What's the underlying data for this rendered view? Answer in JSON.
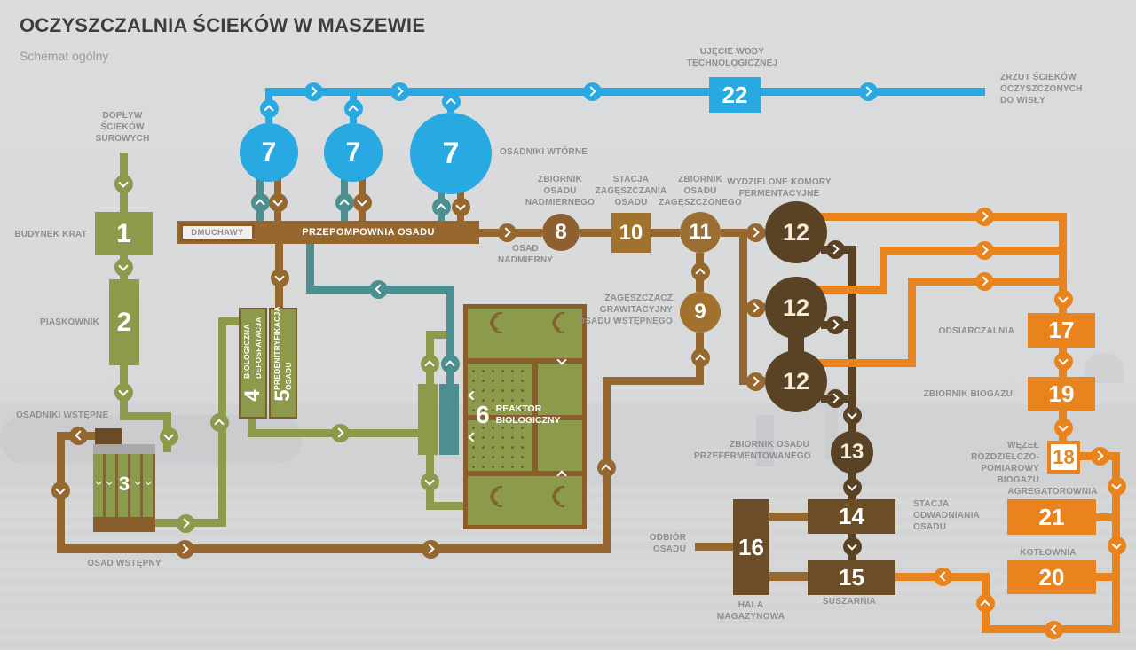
{
  "title": "OCZYSZCZALNIA ŚCIEKÓW W MASZEWIE",
  "subtitle": "Schemat ogólny",
  "colors": {
    "blue": "#29a9e1",
    "olive": "#8c9a4b",
    "teal": "#4d8f90",
    "brown": "#96672f",
    "brown_light": "#a0722e",
    "brown_dark": "#5a4325",
    "brown_deep": "#6b4d28",
    "orange": "#e8831d",
    "label_gray": "#8d8e90"
  },
  "nodes": {
    "n1": "1",
    "n2": "2",
    "n3": "3",
    "n4": "4",
    "n5": "5",
    "n6": "6",
    "n7": "7",
    "n8": "8",
    "n9": "9",
    "n10": "10",
    "n11": "11",
    "n12": "12",
    "n13": "13",
    "n14": "14",
    "n15": "15",
    "n16": "16",
    "n17": "17",
    "n18": "18",
    "n19": "19",
    "n20": "20",
    "n21": "21",
    "n22": "22"
  },
  "labels": {
    "doplyw": "DOPŁYW\nŚCIEKÓW\nSUROWYCH",
    "budynek_krat": "BUDYNEK KRAT",
    "piaskownik": "PIASKOWNIK",
    "osadniki_wstepne": "OSADNIKI WSTĘPNE",
    "osad_wstepny": "OSAD WSTĘPNY",
    "dmuchawy": "DMUCHAWY",
    "przepompownia": "PRZEPOMPOWNIA OSADU",
    "osadniki_wtorne": "OSADNIKI WTÓRNE",
    "ujecie": "UJĘCIE WODY\nTECHNOLOGICZNEJ",
    "zrzut": "ZRZUT ŚCIEKÓW\nOCZYSZCZONYCH\nDO WISŁY",
    "zbiornik_nadmiernego": "ZBIORNIK\nOSADU\nNADMIERNEGO",
    "stacja_zageszczania": "STACJA\nZAGĘSZCZANIA\nOSADU",
    "zbiornik_zageszczonego": "ZBIORNIK\nOSADU\nZAGĘSZCZONEGO",
    "wydzielone_komory": "WYDZIELONE KOMORY\nFERMENTACYJNE",
    "osad_nadmierny": "OSAD\nNADMIERNY",
    "zageszczacz": "ZAGĘSZCZACZ\nGRAWITACYJNY\nOSADU WSTĘPNEGO",
    "biologiczna_defosfatacja": "BIOLOGICZNA\nDEFOSFATACJA",
    "predenitryfikacja": "PREDENITRYFIKACJA\nOSADU",
    "reaktor": "REAKTOR\nBIOLOGICZNY",
    "odsiarczalnia": "ODSIARCZALNIA",
    "zbiornik_biogazu": "ZBIORNIK BIOGAZU",
    "wezel": "WĘZEŁ\nROZDZIELCZO-POMIAROWY\nBIOGAZU",
    "agregatorownia": "AGREGATOROWNIA",
    "kotlownia": "KOTŁOWNIA",
    "zbiornik_przefermentowanego": "ZBIORNIK OSADU\nPRZEFERMENTOWANEGO",
    "stacja_odwadniania": "STACJA\nODWADNIANIA\nOSADU",
    "suszarnia": "SUSZARNIA",
    "hala_magazynowa": "HALA\nMAGAZYNOWA",
    "odbior_osadu": "ODBIÓR\nOSADU"
  }
}
